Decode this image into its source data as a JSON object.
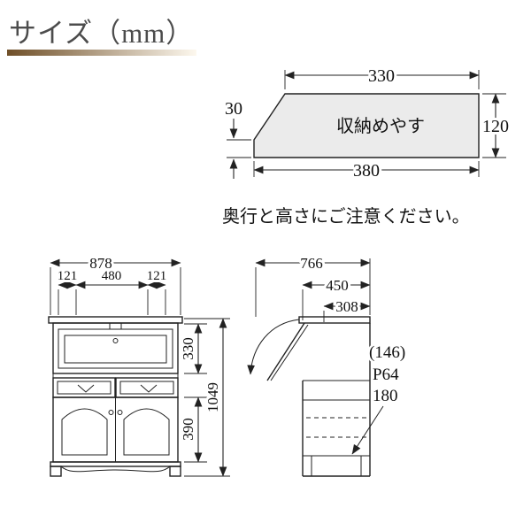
{
  "header": {
    "title": "サイズ（mm）"
  },
  "storage_diagram": {
    "label": "収納めやす",
    "top_width": "330",
    "front_height": "30",
    "back_height": "120",
    "bottom_depth": "380"
  },
  "caption": {
    "text": "奥行と高さにご注意ください。"
  },
  "front_view": {
    "overall_width": "878",
    "left_segment": "121",
    "center_segment": "480",
    "right_segment": "121",
    "upper_section_height": "330",
    "lower_section_height": "390",
    "overall_height": "1049"
  },
  "side_view": {
    "open_depth": "766",
    "lower_depth": "450",
    "upper_depth": "308",
    "shelf_note_1": "(146)",
    "shelf_note_2": "P64",
    "shelf_note_3": "180"
  },
  "colors": {
    "accent_gradient_from": "#6f4f28",
    "accent_gradient_to": "#fdf8ee",
    "line": "#222222",
    "storage_fill": "#ebebeb"
  }
}
